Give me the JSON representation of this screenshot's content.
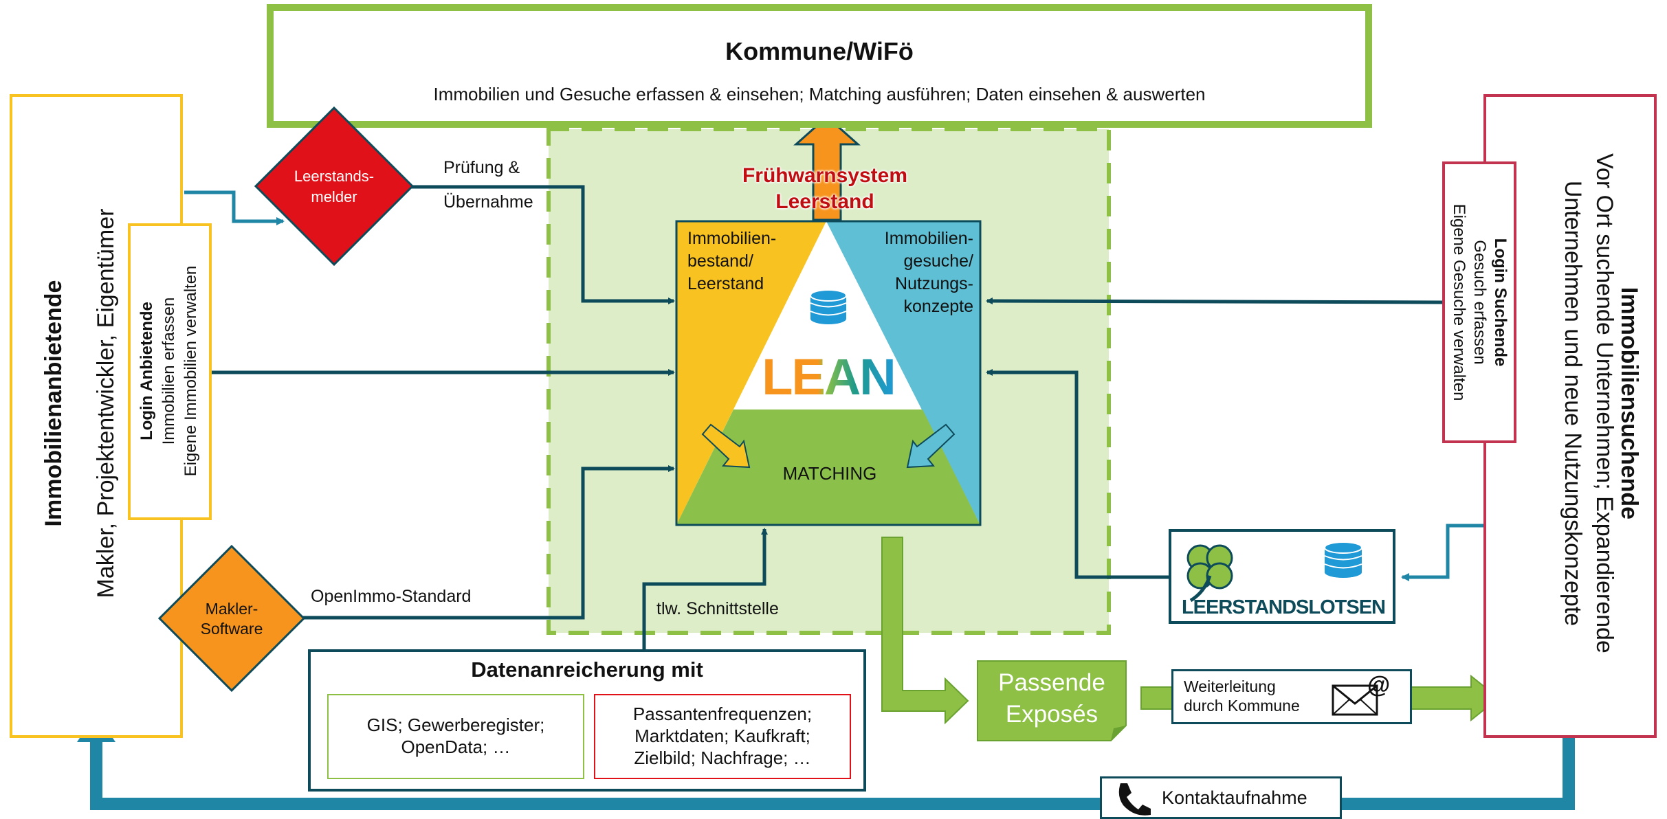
{
  "kommune": {
    "title": "Kommune/WiFö",
    "subtitle": "Immobilien und Gesuche erfassen & einsehen; Matching ausführen; Daten einsehen & auswerten"
  },
  "anbieter": {
    "title": "Immobilienanbietende",
    "subtitle": "Makler, Projektentwickler, Eigentümer",
    "login_title": "Login Anbietende",
    "login_line1": "Immobilien erfassen",
    "login_line2": "Eigene Immobilien verwalten"
  },
  "suchende": {
    "title": "Immobiliensuchende",
    "subtitle_line1": "Vor Ort suchende Unternehmen; Expandierende",
    "subtitle_line2": "Unternehmen und neue Nutzungskonzepte",
    "login_title": "Login Suchende",
    "login_line1": "Gesuch erfassen",
    "login_line2": "Eigene Gesuche verwalten"
  },
  "leerstandsmelder": {
    "line1": "Leerstands-",
    "line2": "melder"
  },
  "pruefung": {
    "line1": "Prüfung &",
    "line2": "Übernahme"
  },
  "fruehwarn": {
    "line1": "Frühwarnsystem",
    "line2": "Leerstand"
  },
  "core": {
    "left_line1": "Immobilien-",
    "left_line2": "bestand/",
    "left_line3": "Leerstand",
    "right_line1": "Immobilien-",
    "right_line2": "gesuche/",
    "right_line3": "Nutzungs-",
    "right_line4": "konzepte",
    "logo": "LEAN",
    "matching": "MATCHING"
  },
  "makler": {
    "line1": "Makler-",
    "line2": "Software"
  },
  "openimmo": "OpenImmo-Standard",
  "schnittstelle": "tlw. Schnittstelle",
  "daten": {
    "title": "Datenanreicherung mit",
    "left_line1": "GIS; Gewerberegister;",
    "left_line2": "OpenData; …",
    "right_line1": "Passantenfrequenzen;",
    "right_line2": "Marktdaten; Kaufkraft;",
    "right_line3": "Zielbild; Nachfrage; …"
  },
  "exposes": {
    "line1": "Passende",
    "line2": "Exposés"
  },
  "weiterleitung": {
    "line1": "Weiterleitung",
    "line2": "durch Kommune"
  },
  "lotsen": "LEERSTANDSLOTSEN",
  "kontakt": "Kontaktaufnahme",
  "colors": {
    "green": "#8dc045",
    "light_green": "#dcedc8",
    "dark_teal": "#0d4a5a",
    "teal": "#1f86a6",
    "yellow": "#f8c220",
    "orange": "#f7941d",
    "red": "#e11119",
    "crimson": "#c1334f",
    "cyan": "#5fbfd4",
    "matching_green": "#8bc14a"
  }
}
